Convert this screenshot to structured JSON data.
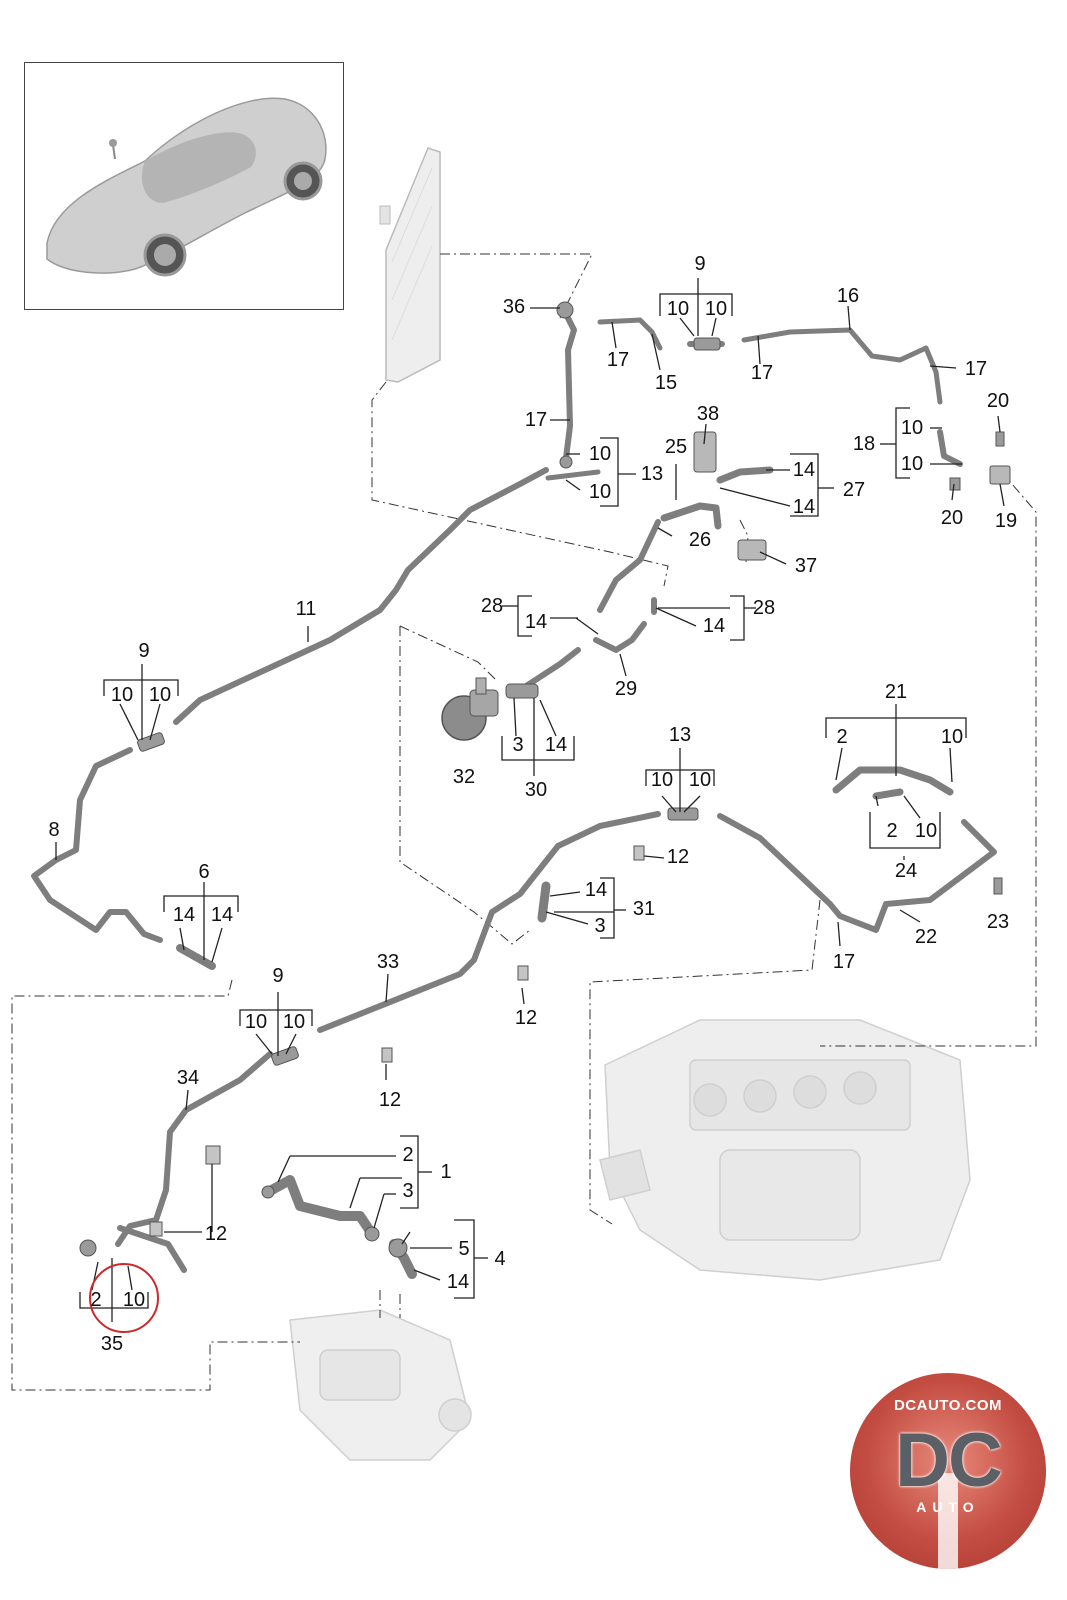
{
  "diagram": {
    "callouts": [
      {
        "id": "c36",
        "text": "36"
      },
      {
        "id": "c9a",
        "text": "9"
      },
      {
        "id": "c10a",
        "text": "10"
      },
      {
        "id": "c10b",
        "text": "10"
      },
      {
        "id": "c17a",
        "text": "17"
      },
      {
        "id": "c15",
        "text": "15"
      },
      {
        "id": "c17b",
        "text": "17"
      },
      {
        "id": "c16",
        "text": "16"
      },
      {
        "id": "c17c",
        "text": "17"
      },
      {
        "id": "c17d",
        "text": "17"
      },
      {
        "id": "c38",
        "text": "38"
      },
      {
        "id": "c20a",
        "text": "20"
      },
      {
        "id": "c18",
        "text": "18"
      },
      {
        "id": "c10c",
        "text": "10"
      },
      {
        "id": "c10d",
        "text": "10"
      },
      {
        "id": "c20b",
        "text": "20"
      },
      {
        "id": "c19",
        "text": "19"
      },
      {
        "id": "c10e",
        "text": "10"
      },
      {
        "id": "c13a",
        "text": "13"
      },
      {
        "id": "c10f",
        "text": "10"
      },
      {
        "id": "c25",
        "text": "25"
      },
      {
        "id": "c14a",
        "text": "14"
      },
      {
        "id": "c27",
        "text": "27"
      },
      {
        "id": "c14b",
        "text": "14"
      },
      {
        "id": "c26",
        "text": "26"
      },
      {
        "id": "c37",
        "text": "37"
      },
      {
        "id": "c11",
        "text": "11"
      },
      {
        "id": "c28a",
        "text": "28"
      },
      {
        "id": "c14c",
        "text": "14"
      },
      {
        "id": "c28b",
        "text": "28"
      },
      {
        "id": "c14d",
        "text": "14"
      },
      {
        "id": "c29",
        "text": "29"
      },
      {
        "id": "c9b",
        "text": "9"
      },
      {
        "id": "c10g",
        "text": "10"
      },
      {
        "id": "c10h",
        "text": "10"
      },
      {
        "id": "c21",
        "text": "21"
      },
      {
        "id": "c2a",
        "text": "2"
      },
      {
        "id": "c10i",
        "text": "10"
      },
      {
        "id": "c3a",
        "text": "3"
      },
      {
        "id": "c14e",
        "text": "14"
      },
      {
        "id": "c32",
        "text": "32"
      },
      {
        "id": "c30",
        "text": "30"
      },
      {
        "id": "c13b",
        "text": "13"
      },
      {
        "id": "c10j",
        "text": "10"
      },
      {
        "id": "c10k",
        "text": "10"
      },
      {
        "id": "c2b",
        "text": "2"
      },
      {
        "id": "c10l",
        "text": "10"
      },
      {
        "id": "c24",
        "text": "24"
      },
      {
        "id": "c8",
        "text": "8"
      },
      {
        "id": "c12a",
        "text": "12"
      },
      {
        "id": "c6",
        "text": "6"
      },
      {
        "id": "c14f",
        "text": "14"
      },
      {
        "id": "c14g",
        "text": "14"
      },
      {
        "id": "c14h",
        "text": "14"
      },
      {
        "id": "c31",
        "text": "31"
      },
      {
        "id": "c3b",
        "text": "3"
      },
      {
        "id": "c22",
        "text": "22"
      },
      {
        "id": "c23",
        "text": "23"
      },
      {
        "id": "c17e",
        "text": "17"
      },
      {
        "id": "c33",
        "text": "33"
      },
      {
        "id": "c9c",
        "text": "9"
      },
      {
        "id": "c10m",
        "text": "10"
      },
      {
        "id": "c10n",
        "text": "10"
      },
      {
        "id": "c12b",
        "text": "12"
      },
      {
        "id": "c12c",
        "text": "12"
      },
      {
        "id": "c34",
        "text": "34"
      },
      {
        "id": "c2c",
        "text": "2"
      },
      {
        "id": "c1",
        "text": "1"
      },
      {
        "id": "c3c",
        "text": "3"
      },
      {
        "id": "c5",
        "text": "5"
      },
      {
        "id": "c4",
        "text": "4"
      },
      {
        "id": "c14i",
        "text": "14"
      },
      {
        "id": "c12d",
        "text": "12"
      },
      {
        "id": "c2d",
        "text": "2"
      },
      {
        "id": "c10o",
        "text": "10"
      },
      {
        "id": "c35",
        "text": "35"
      }
    ]
  },
  "logo": {
    "url_text": "DCAUTO.COM",
    "letters": "DC",
    "sub_text": "AUTO"
  },
  "colors": {
    "line": "#333333",
    "hose": "#8a8a8a",
    "ghost": "#d8d8d8",
    "highlight": "#cc2a2a"
  }
}
